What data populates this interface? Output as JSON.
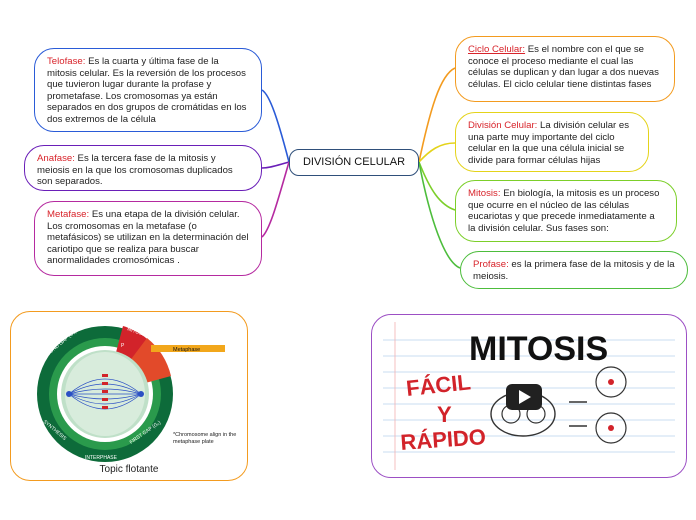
{
  "center_title": "DIVISIÓN CELULAR",
  "left_nodes": {
    "telofase": {
      "label": "Telofase:",
      "text": "Es la cuarta y última fase de la mitosis celular. Es la reversión de los procesos que tuvieron lugar durante la profase y prometafase. Los cromosomas ya están separados en dos grupos de cromátidas en los dos extremos de la célula",
      "color": "#2a5bd7"
    },
    "anafase": {
      "label": "Anafase:",
      "text": "Es la tercera fase de la mitosis y meiosis en la que los cromosomas duplicados son separados.",
      "color": "#6a1fb8"
    },
    "metafase": {
      "label": "Metafase:",
      "text": "Es una etapa de la división celular. Los cromosomas en la metafase (o metafásicos) se utilizan en la determinación del cariotipo que se realiza para buscar anormalidades cromosómicas .",
      "color": "#b52aa0"
    }
  },
  "right_nodes": {
    "ciclo": {
      "label": "Ciclo Celular:",
      "text": "Es el nombre con el que se conoce el proceso mediante el cual las células se duplican y dan lugar a dos nuevas células. El ciclo celular tiene distintas fases",
      "color": "#f39b1f"
    },
    "division": {
      "label": "División Celular:",
      "text": "La división celular es una parte muy importante del ciclo celular en la que una célula inicial se divide para formar células hijas",
      "color": "#e4d31a"
    },
    "mitosis": {
      "label": "Mitosis:",
      "text": "En biología, la mitosis es un proceso que ocurre en el núcleo de las células eucariotas y que precede inmediatamente a la división celular. Sus fases son:",
      "color": "#7ccf2a"
    },
    "profase": {
      "label": "Profase:",
      "text": "es la primera fase de la mitosis y de la meiosis.",
      "color": "#4dbd3c"
    }
  },
  "label_color": "#d8232a",
  "topic_image": {
    "caption": "Topic flotante",
    "ring_labels": {
      "second_gap": "SECOND GAP (G₂)",
      "mitosis": "MITOSIS",
      "synthesis": "SYNTHESIS",
      "first_gap": "FIRST GAP (G₁)",
      "interphase": "INTERPHASE",
      "p": "P"
    },
    "metaphase_label": "Metaphase",
    "note": "*Chromosome align in the metaphase plate",
    "border_color": "#f39b1f"
  },
  "video_thumbnail": {
    "title": "MITOSIS",
    "line1": "FÁCIL",
    "line2": "Y",
    "line3": "RÁPIDO",
    "border_color": "#9c4fc4"
  }
}
